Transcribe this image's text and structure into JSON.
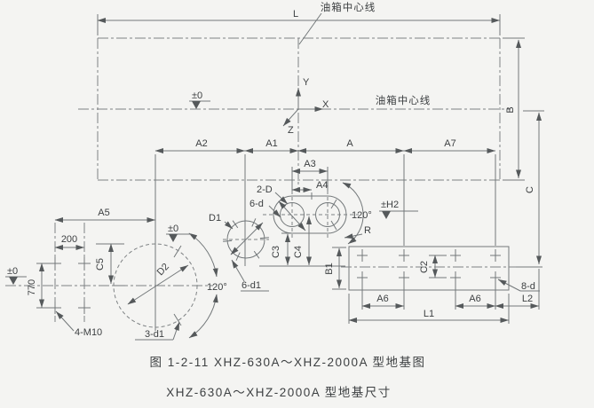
{
  "page": {
    "background": "#f4f4f2",
    "line_color": "#73787a",
    "text_color": "#3c3f41"
  },
  "centerlines": {
    "tank_top_label": "油箱中心线",
    "tank_mid_label": "油箱中心线"
  },
  "axes": {
    "x": "X",
    "y": "Y",
    "z": "Z"
  },
  "datums": {
    "zero_main": "±0",
    "zero_left": "±0",
    "zero_circle": "±0",
    "h2": "±H2"
  },
  "dims": {
    "L": "L",
    "B": "B",
    "C": "C",
    "A": "A",
    "A1": "A1",
    "A2": "A2",
    "A3": "A3",
    "A4": "A4",
    "A5": "A5",
    "A6": "A6",
    "A7": "A7",
    "B1": "B1",
    "C2": "C2",
    "C3": "C3",
    "C4": "C4",
    "C5": "C5",
    "L1": "L1",
    "L2": "L2",
    "bolt_spacing_200": "200",
    "bolt_spacing_770": "770",
    "D1": "D1",
    "D2": "D2",
    "R": "R",
    "angle_slot": "120°",
    "angle_circle": "120°"
  },
  "callouts": {
    "slot_holes": "2-D",
    "slot_small_holes": "6-d",
    "circle_small_holes": "6-d1",
    "circle_holes": "3-d1",
    "base_holes": "8-d",
    "anchor_bolts": "4-M10"
  },
  "caption": {
    "line1": "图 1-2-11  XHZ-630A～XHZ-2000A  型地基图",
    "line2": "XHZ-630A～XHZ-2000A  型地基尺寸"
  }
}
